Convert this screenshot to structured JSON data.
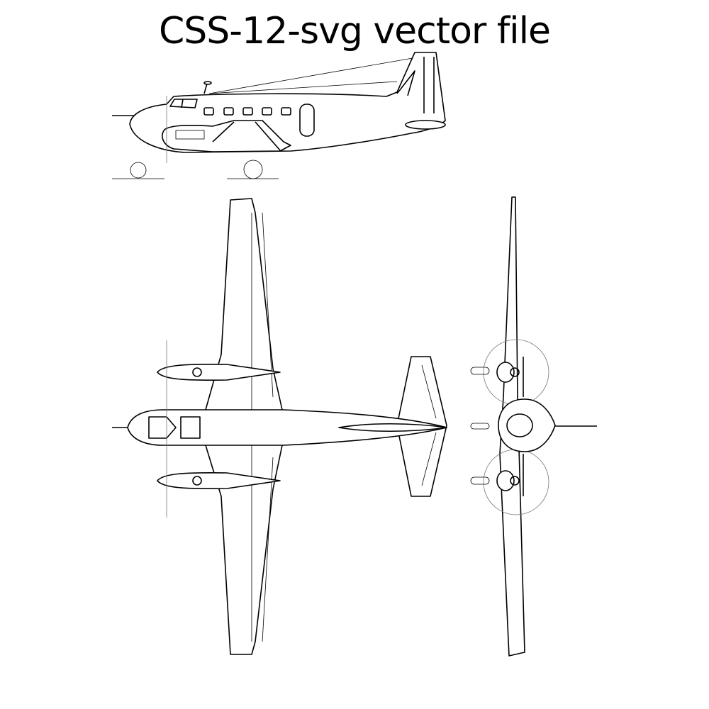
{
  "title": "CSS-12-svg vector file",
  "colors": {
    "line": "#000000",
    "background": "#ffffff"
  },
  "views": [
    "side-view",
    "top-view",
    "front-view"
  ]
}
